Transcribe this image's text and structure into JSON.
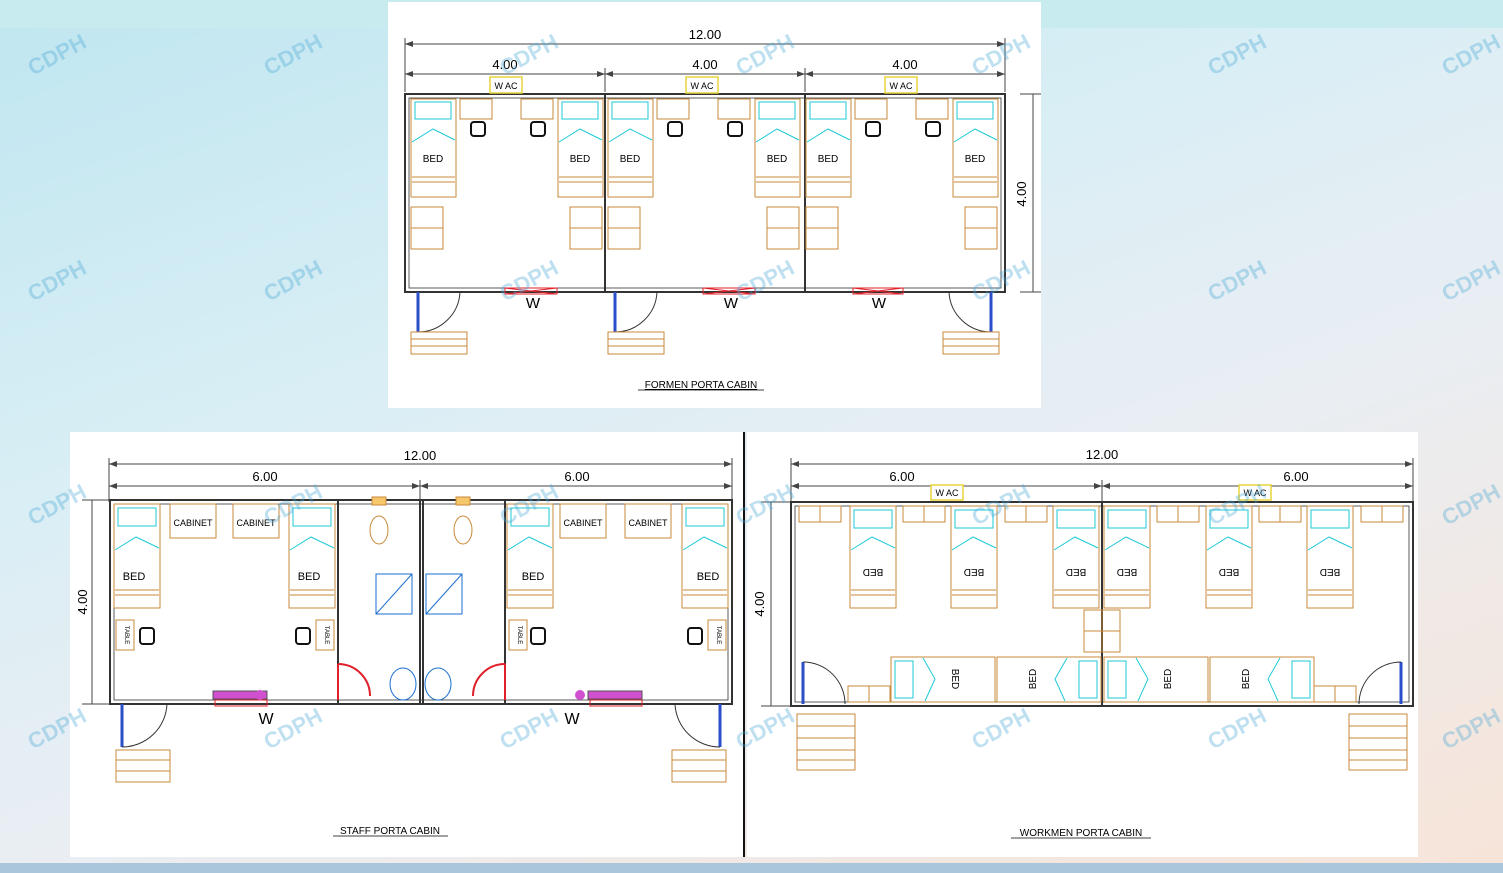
{
  "watermark": "CDPH",
  "formen": {
    "title": "FORMEN PORTA CABIN",
    "total_length": "12.00",
    "room_lengths": [
      "4.00",
      "4.00",
      "4.00"
    ],
    "depth": "4.00",
    "wac_label": "W AC",
    "bed_label": "BED",
    "window_label": "W"
  },
  "staff": {
    "title": "STAFF PORTA CABIN",
    "total_length": "12.00",
    "half_lengths": [
      "6.00",
      "6.00"
    ],
    "depth": "4.00",
    "bed_label": "BED",
    "cabinet_label": "CABINET",
    "table_label": "TABLE",
    "window_label": "W"
  },
  "workmen": {
    "title": "WORKMEN PORTA CABIN",
    "total_length": "12.00",
    "half_lengths": [
      "6.00",
      "6.00"
    ],
    "depth": "4.00",
    "wac_label": "W AC",
    "bed_label": "BED"
  },
  "colors": {
    "wall": "#333333",
    "furniture": "#c98a3a",
    "bed_cyan": "#1fc9d6",
    "window_red": "#e0202a",
    "door_blue": "#2a4fc9",
    "door_swing_red": "#e0202a",
    "wac_yellow": "#e8d43a",
    "watermark": "#4aa8d6"
  }
}
